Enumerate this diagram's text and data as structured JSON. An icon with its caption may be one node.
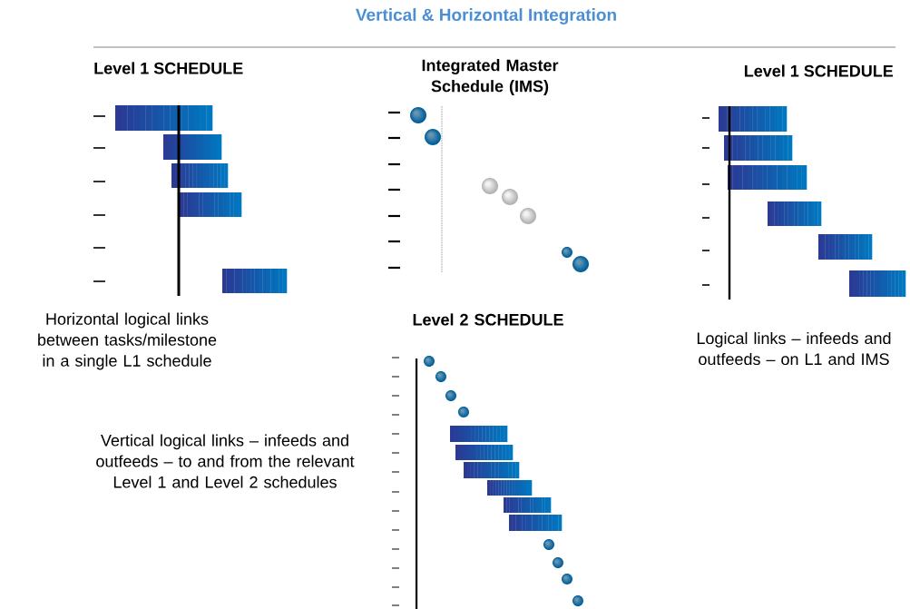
{
  "diagram": {
    "title": "Vertical & Horizontal Integration",
    "labels": [
      "Level 1 SCHEDULE",
      "Integrated Master Schedule (IMS)",
      "Level 1 SCHEDULE",
      "Horizontal logical links between tasks/milestone in a single L1 schedule",
      "Level 2 SCHEDULE",
      "Logical links – infeeds and outfeeds – on L1 and IMS",
      "Vertical logical links – infeeds and outfeeds – to and from the relevant Level 1 and Level 2 schedules"
    ]
  }
}
